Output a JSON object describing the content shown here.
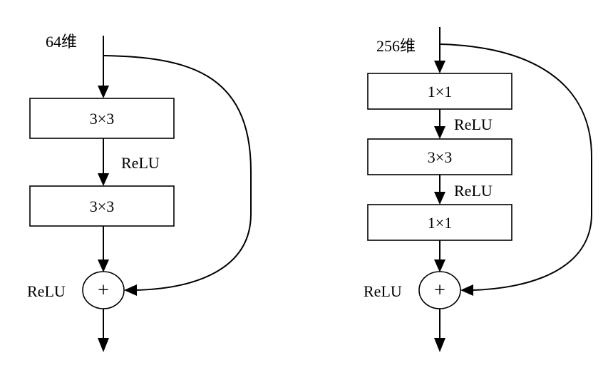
{
  "left_block": {
    "input_label": "64维",
    "layer1": "3×3",
    "relu_mid": "ReLU",
    "layer2": "3×3",
    "relu_out": "ReLU",
    "add_symbol": "+"
  },
  "right_block": {
    "input_label": "256维",
    "layer1": "1×1",
    "relu_1": "ReLU",
    "layer2": "3×3",
    "relu_2": "ReLU",
    "layer3": "1×1",
    "relu_out": "ReLU",
    "add_symbol": "+"
  }
}
